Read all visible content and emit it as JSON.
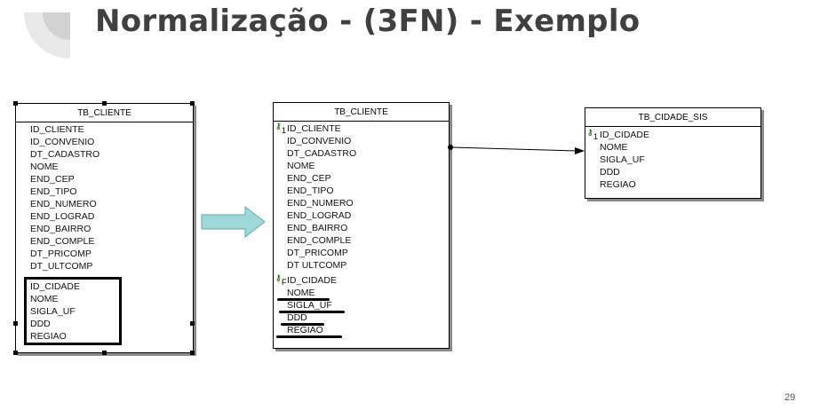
{
  "slide": {
    "title": "Normalização - (3FN) - Exemplo",
    "page_number": "29"
  },
  "left_table": {
    "name": "TB_CLIENTE",
    "columns": [
      "ID_CLIENTE",
      "ID_CONVENIO",
      "DT_CADASTRO",
      "NOME",
      "END_CEP",
      "END_TIPO",
      "END_NUMERO",
      "END_LOGRAD",
      "END_BAIRRO",
      "END_COMPLE",
      "DT_PRICOMP",
      "DT_ULTCOMP"
    ],
    "grouped_columns": [
      "ID_CIDADE",
      "NOME",
      "SIGLA_UF",
      "DDD",
      "REGIAO"
    ]
  },
  "middle_table": {
    "name": "TB_CLIENTE",
    "pk_marker": "1",
    "fk_marker": "F",
    "columns": [
      "ID_CLIENTE",
      "ID_CONVENIO",
      "DT_CADASTRO",
      "NOME",
      "END_CEP",
      "END_TIPO",
      "END_NUMERO",
      "END_LOGRAD",
      "END_BAIRRO",
      "END_COMPLE",
      "DT_PRICOMP",
      "DT ULTCOMP"
    ],
    "fk_column": "ID_CIDADE",
    "removed_columns": [
      "NOME",
      "SIGLA_UF",
      "DDD",
      "REGIAO"
    ]
  },
  "right_table": {
    "name": "TB_CIDADE_SIS",
    "pk_marker": "1",
    "columns": [
      "ID_CIDADE",
      "NOME",
      "SIGLA_UF",
      "DDD",
      "REGIAO"
    ]
  },
  "colors": {
    "arrow": "#9fd8d8",
    "title": "#404040"
  }
}
